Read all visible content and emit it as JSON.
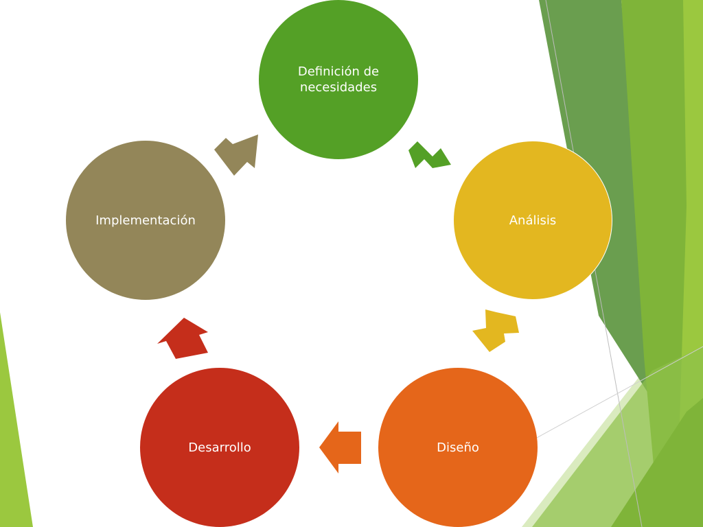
{
  "slide": {
    "theme_colors": {
      "green_dark": "#6a9e4f",
      "green_mid": "#7fb439",
      "green_light": "#9bc83f",
      "green_pale": "#d4e7b4"
    }
  },
  "cycle": {
    "nodes": [
      {
        "label": "Definición de necesidades",
        "color": "#54a026"
      },
      {
        "label": "Análisis",
        "color": "#e3b720"
      },
      {
        "label": "Diseño",
        "color": "#e5661a"
      },
      {
        "label": "Desarrollo",
        "color": "#c52e1b"
      },
      {
        "label": "Implementación",
        "color": "#938659"
      }
    ],
    "arrows": [
      {
        "from": "Definición de necesidades",
        "to": "Análisis",
        "color": "#54a026"
      },
      {
        "from": "Análisis",
        "to": "Diseño",
        "color": "#e3b720"
      },
      {
        "from": "Diseño",
        "to": "Desarrollo",
        "color": "#e5661a"
      },
      {
        "from": "Desarrollo",
        "to": "Implementación",
        "color": "#c52e1b"
      },
      {
        "from": "Implementación",
        "to": "Definición de necesidades",
        "color": "#938659"
      }
    ]
  }
}
